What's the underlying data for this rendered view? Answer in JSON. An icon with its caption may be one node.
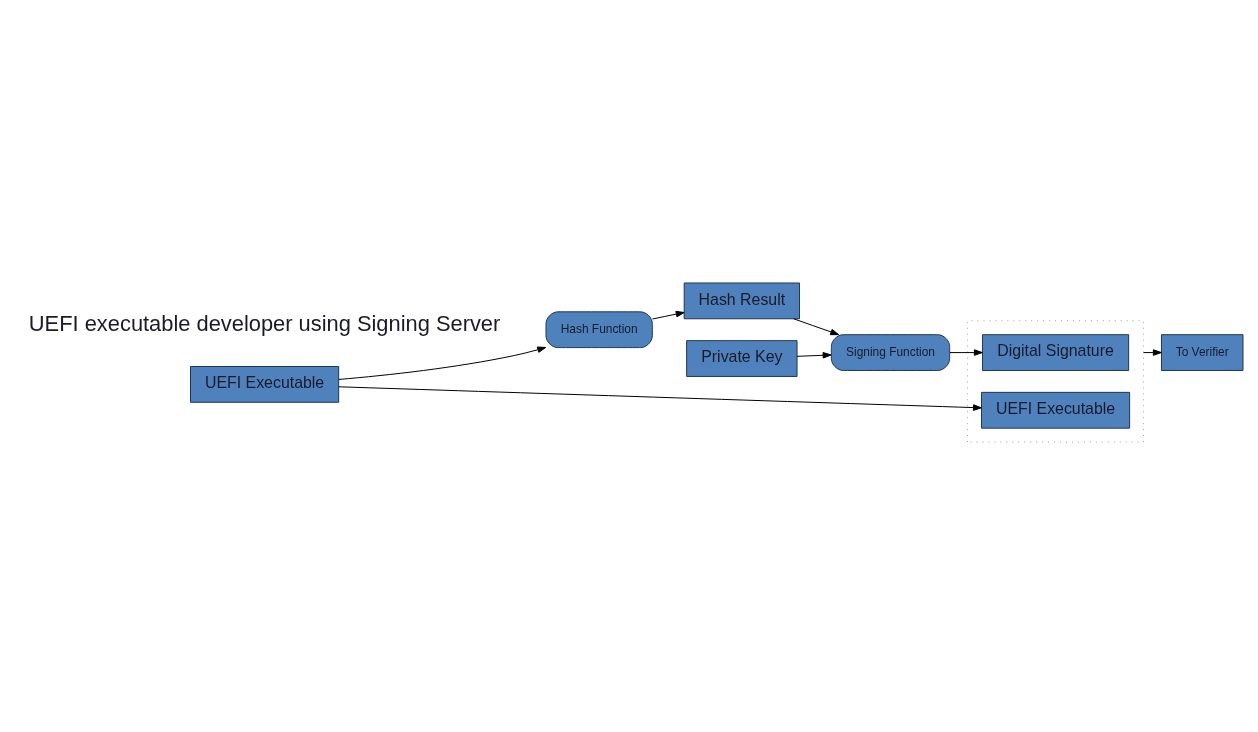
{
  "diagram": {
    "nodes": [
      {
        "text": [
          "UEFI Executable"
        ]
      },
      {
        "text": [
          "Hash Function"
        ]
      },
      {
        "text": [
          "Hash Result"
        ]
      },
      {
        "text": [
          "Signing Function"
        ]
      },
      {
        "text": [
          "Private Key"
        ]
      },
      {
        "text": [],
        "shape": "box"
      },
      {
        "text": [
          "UEFI Executable"
        ],
        "in": 5
      },
      {
        "text": [
          "Digital Signature"
        ],
        "in": 5
      },
      {
        "text": [
          "To Verifier"
        ]
      }
    ],
    "edges": [
      {
        "from": 0,
        "to": 6,
        "arrow": "to"
      },
      {
        "from": 0,
        "to": 1,
        "arrow": "to"
      },
      {
        "from": 1,
        "to": 2,
        "arrow": "to"
      },
      {
        "from": 2,
        "to": 3,
        "arrow": "to"
      },
      {
        "from": 3,
        "to": 7,
        "arrow": "to"
      },
      {
        "from": 4,
        "to": 3,
        "arrow": "to"
      },
      {
        "from": 5,
        "to": 8,
        "arrow": "to"
      }
    ],
    "labels": [
      "UEFI executable developer using Signing Server"
    ]
  }
}
